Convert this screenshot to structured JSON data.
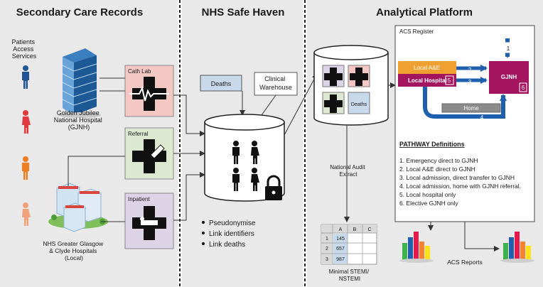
{
  "sections": {
    "secondary": "Secondary Care Records",
    "safe_haven": "NHS Safe Haven",
    "analytical": "Analytical Platform"
  },
  "patients_access": [
    "Patients",
    "Access",
    "Services"
  ],
  "gjnh_hospital": [
    "Golden Jubilee",
    "National Hospital",
    "(GJNH)"
  ],
  "ggc_hospitals": [
    "NHS Greater Glasgow",
    "& Clyde Hospitals",
    "(Local)"
  ],
  "records": {
    "cath_lab": "Cath Lab",
    "referral": "Referral",
    "inpatient": "Inpatient"
  },
  "deaths": "Deaths",
  "clinical_warehouse": [
    "Clinical",
    "Warehouse"
  ],
  "safe_haven_bullets": [
    "Pseudonymise",
    "Link identifiers",
    "Link deaths"
  ],
  "platform_db_deaths": "Deaths",
  "national_audit": [
    "National Audit",
    "Extract"
  ],
  "mini_table": {
    "headers": [
      "A",
      "B",
      "C"
    ],
    "rows": [
      {
        "num": "1",
        "a": "145"
      },
      {
        "num": "2",
        "a": "657"
      },
      {
        "num": "3",
        "a": "987"
      }
    ],
    "caption": [
      "Minimal STEMI/",
      "NSTEMI"
    ]
  },
  "acs": {
    "title": "ACS Register",
    "local_ae": "Local A&E",
    "local_hospital": "Local Hospital",
    "local_hospital_num": "5",
    "gjnh": "GJNH",
    "gjnh_num": "6",
    "home": "Home",
    "arrow_nums": [
      "1",
      "2",
      "3",
      "4"
    ]
  },
  "pathway": {
    "heading": "PATHWAY Definitions",
    "items": [
      "1. Emergency direct to GJNH",
      "2. Local A&E direct to GJNH",
      "3. Local admission, direct transfer to GJNH",
      "4. Local admission, home with GJNH referral.",
      "5. Local hospital only",
      "6. Elective GJNH only"
    ]
  },
  "acs_reports": "ACS Reports",
  "colors": {
    "panel": "#e9e9e9",
    "cath_lab": "#f4c7c3",
    "referral": "#dce8cf",
    "inpatient": "#dcd3e6",
    "deaths_box": "#c7d9ea",
    "local_ae": "#f0a030",
    "local_hospital": "#a3155e",
    "gjnh": "#a3155e",
    "flow_blue": "#1f5fae",
    "person_blue": "#1f5597",
    "person_red": "#e03a3f",
    "person_orange": "#ef7d22",
    "person_peach": "#f2a27a"
  }
}
